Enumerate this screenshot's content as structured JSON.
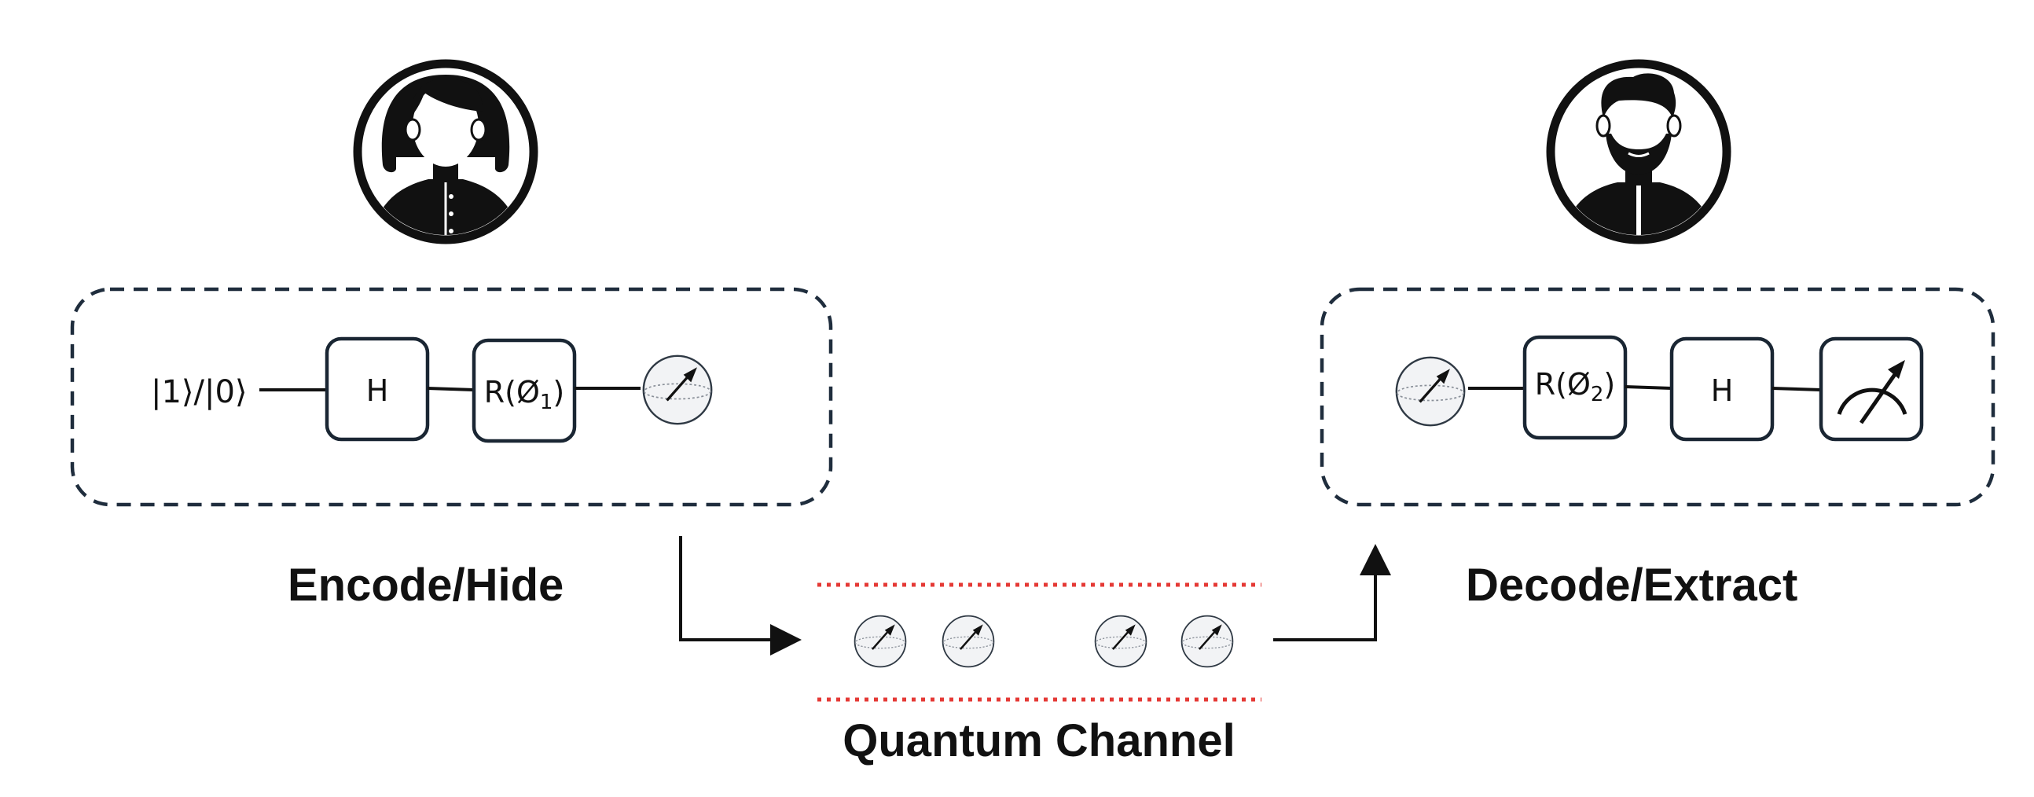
{
  "sender": {
    "input_state": "|1⟩/|0⟩",
    "gates": [
      {
        "label": "H"
      },
      {
        "label": "R(Ø",
        "sub": "1",
        "close": ")"
      }
    ],
    "label": "Encode/Hide"
  },
  "receiver": {
    "gates": [
      {
        "label": "R(Ø",
        "sub": "2",
        "close": ")"
      },
      {
        "label": "H"
      }
    ],
    "label": "Decode/Extract"
  },
  "channel": {
    "label": "Quantum Channel",
    "qubit_count": 4
  },
  "colors": {
    "stroke": "#1a2633",
    "box_dash": "#1f2d3d",
    "channel_border": "#e53935",
    "text": "#111111"
  },
  "icons": {
    "sender_avatar": "woman-avatar-icon",
    "receiver_avatar": "man-avatar-icon",
    "qubit": "bloch-sphere-icon",
    "measurement": "meter-icon"
  }
}
